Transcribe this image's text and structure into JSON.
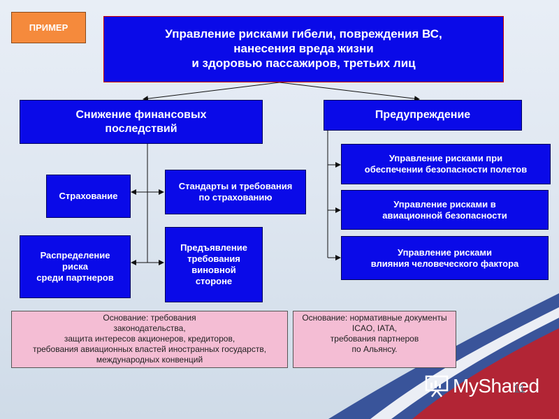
{
  "badge": "ПРИМЕР",
  "title": "Управление рисками  гибели, повреждения ВС,\nнанесения вреда жизни\nи здоровью пассажиров, третьих лиц",
  "left_header": "Снижение финансовых\nпоследствий",
  "right_header": "Предупреждение",
  "insurance": "Страхование",
  "standards": "Стандарты и требования\nпо страхованию",
  "distribution": "Распределение\nриска\nсреди партнеров",
  "claims": "Предъявление\nтребования\nвиновной\nстороне",
  "right_items": [
    "Управление рисками при\nобеспечении  безопасности полетов",
    "Управление рисками в\nавиационной безопасности",
    "Управление рисками\nвлияния человеческого фактора"
  ],
  "basis_left": "Основание: требования\nзаконодательства,\nзащита интересов акционеров, кредиторов,\nтребования авиационных властей иностранных государств,\nмеждународных конвенций",
  "basis_right": "Основание: нормативные документы\nICAO, IATA,\nтребования партнеров\nпо Альянсу.",
  "logo_text": "MyShared",
  "page_number": "11",
  "colors": {
    "box": "#0a0ae8",
    "pink": "#f4bdd4",
    "badge": "#f58a3c"
  }
}
